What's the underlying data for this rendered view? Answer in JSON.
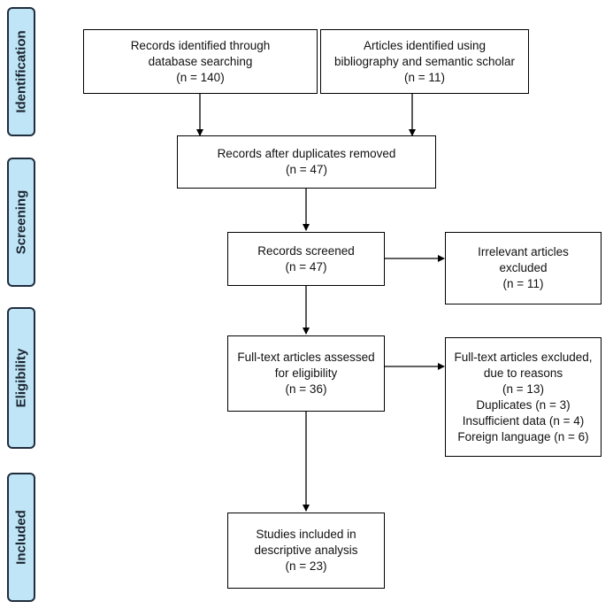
{
  "phases": {
    "identification": "Identification",
    "screening": "Screening",
    "eligibility": "Eligibility",
    "included": "Included"
  },
  "boxes": {
    "db_search": {
      "line1": "Records identified through",
      "line2": "database searching",
      "line3": "(n = 140)"
    },
    "bibliography": {
      "line1": "Articles identified using",
      "line2": "bibliography and semantic scholar",
      "line3": "(n = 11)"
    },
    "duplicates_removed": {
      "line1": "Records after duplicates removed",
      "line2": "(n = 47)"
    },
    "screened": {
      "line1": "Records screened",
      "line2": "(n = 47)"
    },
    "irrelevant": {
      "line1": "Irrelevant articles",
      "line2": "excluded",
      "line3": "(n = 11)"
    },
    "fulltext": {
      "line1": "Full-text articles assessed",
      "line2": "for eligibility",
      "line3": "(n = 36)"
    },
    "fulltext_excluded": {
      "line1": "Full-text articles excluded,",
      "line2": "due to reasons",
      "line3": "(n = 13)",
      "line4": "Duplicates (n = 3)",
      "line5": "Insufficient data (n = 4)",
      "line6": "Foreign language (n = 6)"
    },
    "included": {
      "line1": "Studies included in",
      "line2": "descriptive analysis",
      "line3": "(n = 23)"
    }
  }
}
